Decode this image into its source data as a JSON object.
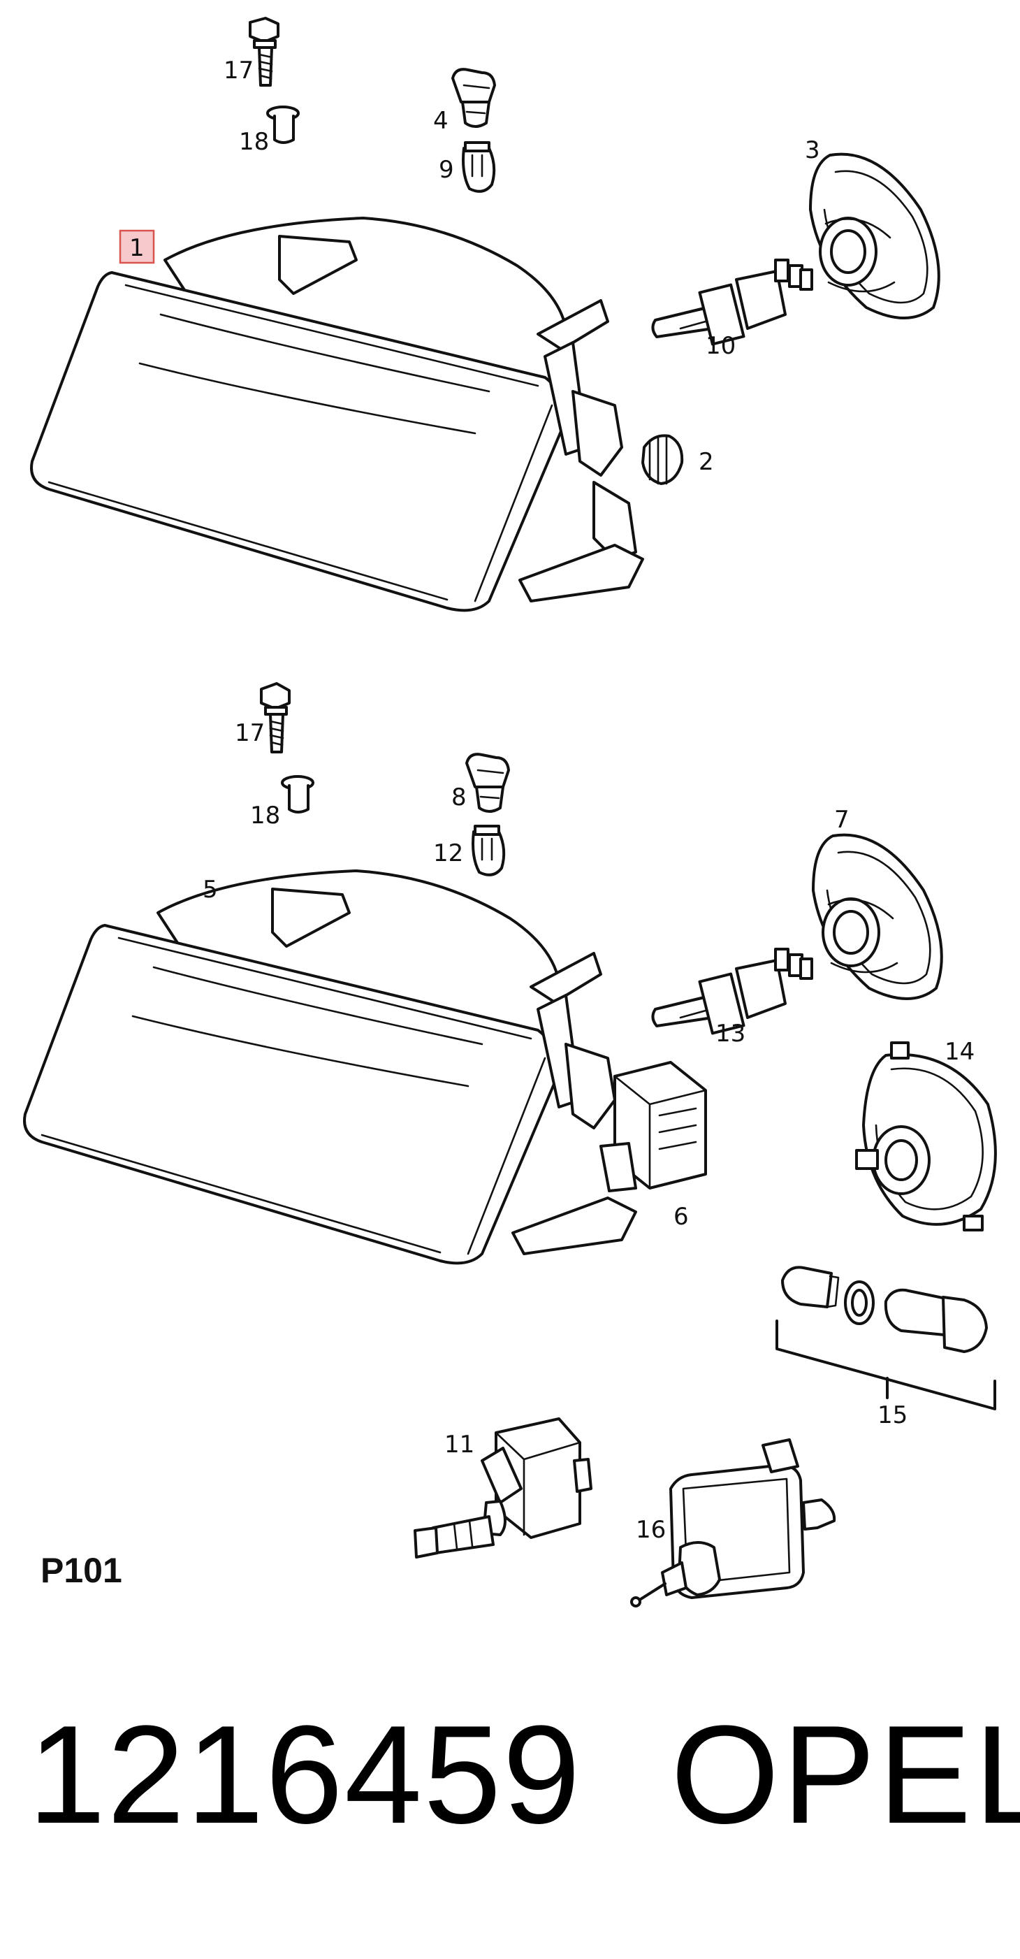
{
  "diagram": {
    "highlighted_callout": "1",
    "upper_assembly_callouts": [
      "17",
      "18",
      "4",
      "9",
      "3",
      "10",
      "2"
    ],
    "lower_assembly_callouts": [
      "17",
      "18",
      "8",
      "12",
      "5",
      "7",
      "13",
      "14",
      "6",
      "15",
      "11",
      "16"
    ]
  },
  "labels": {
    "c1": "1",
    "c2": "2",
    "c3": "3",
    "c4": "4",
    "c5": "5",
    "c6": "6",
    "c7": "7",
    "c8": "8",
    "c9": "9",
    "c10": "10",
    "c11": "11",
    "c12": "12",
    "c13": "13",
    "c14": "14",
    "c15": "15",
    "c16": "16",
    "c17a": "17",
    "c17b": "17",
    "c18a": "18",
    "c18b": "18"
  },
  "footer": {
    "page_code": "P101",
    "part_number": "1216459",
    "brand": "OPEL"
  },
  "colors": {
    "line": "#111111",
    "highlight_fill": "#f6c9cc",
    "highlight_stroke": "#d9534f"
  }
}
